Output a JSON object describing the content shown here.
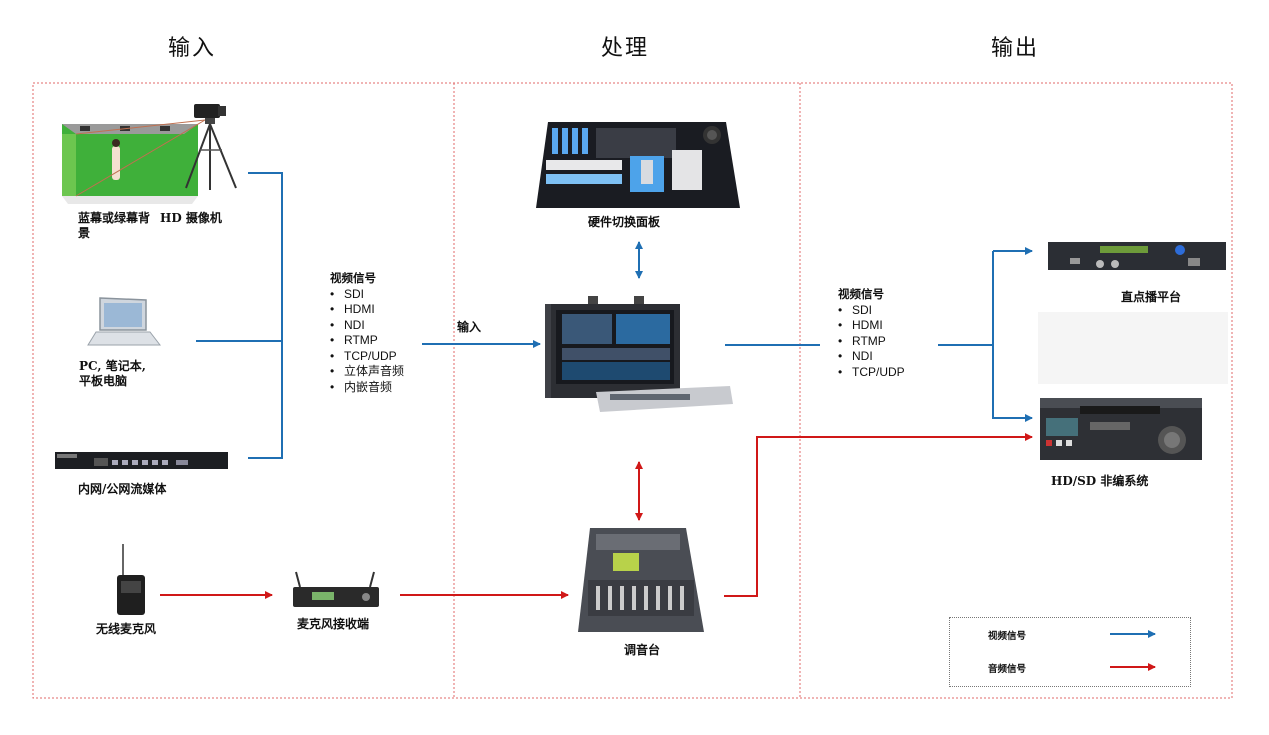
{
  "columns": {
    "input": "输入",
    "process": "处理",
    "output": "输出"
  },
  "devices": {
    "camera": "蓝幕或绿幕背\n景",
    "camera_hd": "HD 摄像机",
    "pc": "PC, 笔记本,\n平板电脑",
    "streaming": "内网/公网流媒体",
    "wireless_mic": "无线麦克风",
    "mic_receiver": "麦克风接收端",
    "switch_panel": "硬件切换面板",
    "mixer": "调音台",
    "live_platform": "直点播平台",
    "nle": "HD/SD 非编系统"
  },
  "input_signals": {
    "header": "视频信号",
    "items": [
      "SDI",
      "HDMI",
      "NDI",
      "RTMP",
      "TCP/UDP",
      "立体声音频",
      "内嵌音频"
    ]
  },
  "input_arrow_label": "输入",
  "output_signals": {
    "header": "视频信号",
    "items": [
      "SDI",
      "HDMI",
      "RTMP",
      "NDI",
      "TCP/UDP"
    ]
  },
  "legend": {
    "video": "视频信号",
    "audio": "音频信号",
    "video_color": "#1f6fb3",
    "audio_color": "#d01818"
  }
}
